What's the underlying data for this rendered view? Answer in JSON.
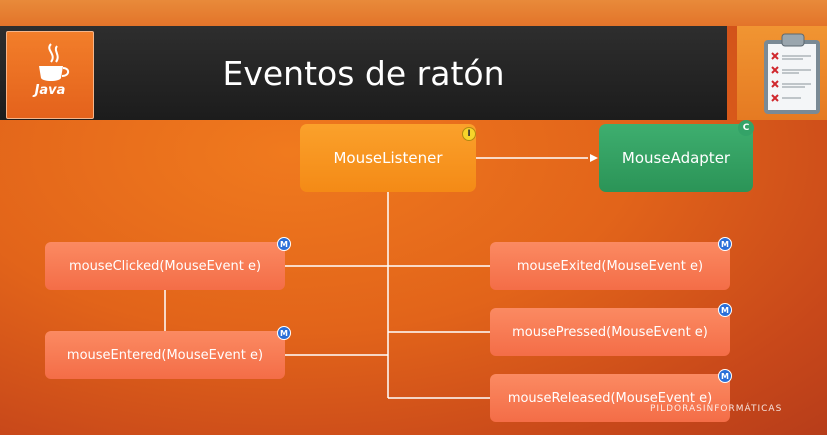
{
  "slide": {
    "title": "Eventos de ratón",
    "logo_text": "Java",
    "logo_subtext": "",
    "watermark": "PILDORASINFORMÁTICAS"
  },
  "diagram": {
    "nodes": {
      "listener": {
        "label": "MouseListener",
        "badge": "I",
        "color": "#f48a16"
      },
      "adapter": {
        "label": "MouseAdapter",
        "badge": "C",
        "color": "#2b9457"
      },
      "clicked": {
        "label": "mouseClicked(MouseEvent e)",
        "badge": "M"
      },
      "entered": {
        "label": "mouseEntered(MouseEvent e)",
        "badge": "M"
      },
      "exited": {
        "label": "mouseExited(MouseEvent e)",
        "badge": "M"
      },
      "pressed": {
        "label": "mousePressed(MouseEvent e)",
        "badge": "M"
      },
      "released": {
        "label": "mouseReleased(MouseEvent e)",
        "badge": "M"
      }
    },
    "edges": [
      {
        "from": "listener",
        "to": "adapter",
        "arrow": true
      },
      {
        "from": "listener",
        "to": "clicked"
      },
      {
        "from": "listener",
        "to": "entered"
      },
      {
        "from": "listener",
        "to": "exited"
      },
      {
        "from": "listener",
        "to": "pressed"
      },
      {
        "from": "listener",
        "to": "released"
      },
      {
        "from": "clicked",
        "to": "entered"
      }
    ]
  },
  "colors": {
    "background": "#e2641a",
    "title_bar": "#222222",
    "method_box": "#f46d47",
    "interface_badge": "#f6d42b",
    "method_badge": "#2a6fd8"
  }
}
